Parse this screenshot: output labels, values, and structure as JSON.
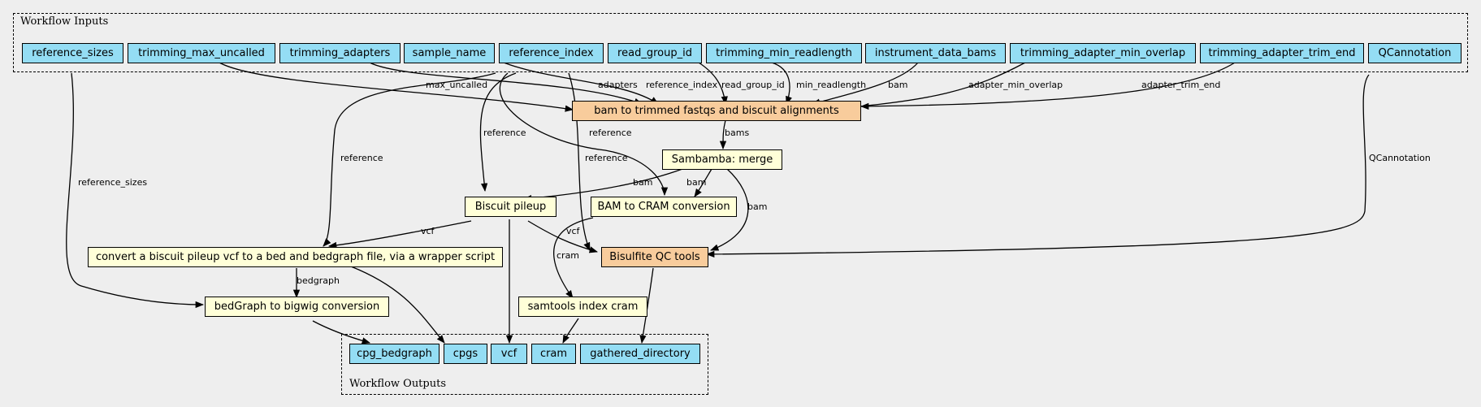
{
  "clusters": {
    "inputs": "Workflow Inputs",
    "outputs": "Workflow Outputs"
  },
  "inputs": {
    "reference_sizes": "reference_sizes",
    "trimming_max_uncalled": "trimming_max_uncalled",
    "trimming_adapters": "trimming_adapters",
    "sample_name": "sample_name",
    "reference_index": "reference_index",
    "read_group_id": "read_group_id",
    "trimming_min_readlength": "trimming_min_readlength",
    "instrument_data_bams": "instrument_data_bams",
    "trimming_adapter_min_overlap": "trimming_adapter_min_overlap",
    "trimming_adapter_trim_end": "trimming_adapter_trim_end",
    "QCannotation": "QCannotation"
  },
  "steps": {
    "bam_to_trimmed": "bam to trimmed fastqs and biscuit alignments",
    "merge": "Sambamba: merge",
    "pileup": "Biscuit pileup",
    "bam_to_cram": "BAM to CRAM conversion",
    "qc": "Bisulfite QC tools",
    "convert": "convert a biscuit pileup vcf to a bed and bedgraph file, via a wrapper script",
    "index_cram": "samtools index cram",
    "bigwig": "bedGraph to bigwig conversion"
  },
  "outputs": {
    "cpg_bedgraph": "cpg_bedgraph",
    "cpgs": "cpgs",
    "vcf": "vcf",
    "cram": "cram",
    "gathered_directory": "gathered_directory"
  },
  "edge_labels": {
    "max_uncalled": "max_uncalled",
    "adapters": "adapters",
    "reference_index": "reference_index",
    "read_group_id": "read_group_id",
    "min_readlength": "min_readlength",
    "bam_in": "bam",
    "adapter_min_overlap": "adapter_min_overlap",
    "adapter_trim_end": "adapter_trim_end",
    "reference_sizes": "reference_sizes",
    "reference_convert": "reference",
    "reference_pileup": "reference",
    "reference_qc": "reference",
    "reference_cram": "reference",
    "bams": "bams",
    "bam_pileup": "bam",
    "bam_cram": "bam",
    "bam_qc": "bam",
    "qcannotation": "QCannotation",
    "vcf_convert": "vcf",
    "vcf_qc": "vcf",
    "cram": "cram",
    "bedgraph": "bedgraph"
  }
}
